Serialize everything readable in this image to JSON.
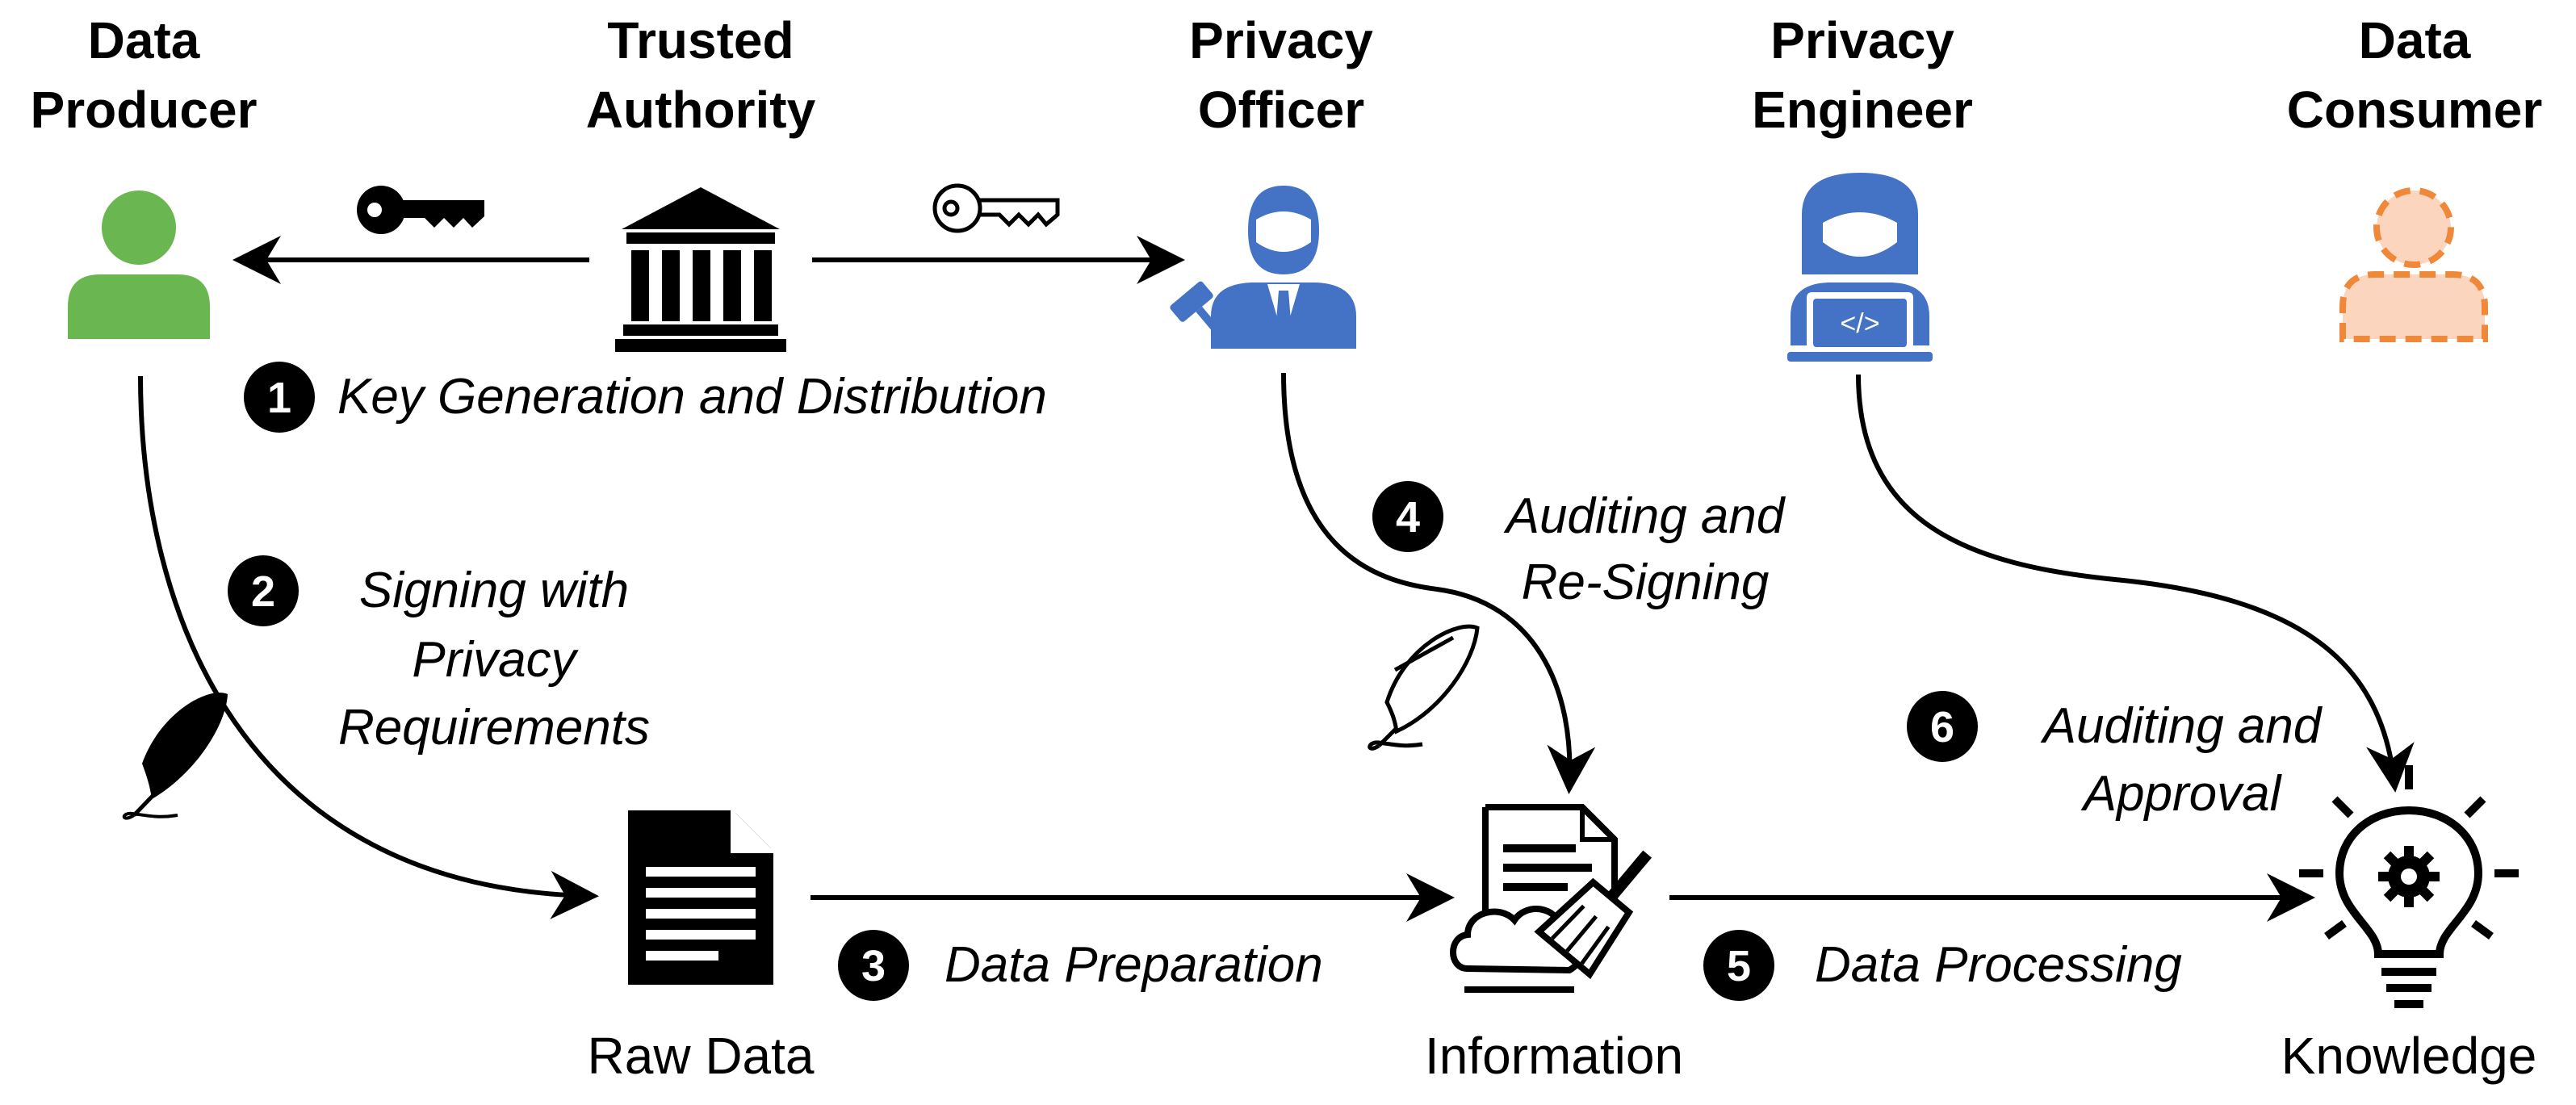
{
  "roles": {
    "producer": [
      "Data",
      "Producer"
    ],
    "authority": [
      "Trusted",
      "Authority"
    ],
    "officer": [
      "Privacy",
      "Officer"
    ],
    "engineer": [
      "Privacy",
      "Engineer"
    ],
    "consumer": [
      "Data",
      "Consumer"
    ]
  },
  "steps": [
    {
      "num": "1",
      "lines": [
        "Key Generation and Distribution"
      ]
    },
    {
      "num": "2",
      "lines": [
        "Signing with",
        "Privacy",
        "Requirements"
      ]
    },
    {
      "num": "3",
      "lines": [
        "Data Preparation"
      ]
    },
    {
      "num": "4",
      "lines": [
        "Auditing and",
        "Re-Signing"
      ]
    },
    {
      "num": "5",
      "lines": [
        "Data Processing"
      ]
    },
    {
      "num": "6",
      "lines": [
        "Auditing and",
        "Approval"
      ]
    }
  ],
  "artifacts": {
    "raw": "Raw Data",
    "info": "Information",
    "knowledge": "Knowledge"
  },
  "colors": {
    "producer": "#6ab650",
    "officer": "#4472c4",
    "engineer": "#4472c4",
    "consumer_stroke": "#f0883a",
    "consumer_fill": "#fbd5bd",
    "ink": "#000000"
  },
  "icons": [
    "key-filled-icon",
    "key-outline-icon",
    "bank-icon",
    "feather-icon",
    "document-icon",
    "broom-document-icon",
    "lightbulb-gear-icon"
  ]
}
